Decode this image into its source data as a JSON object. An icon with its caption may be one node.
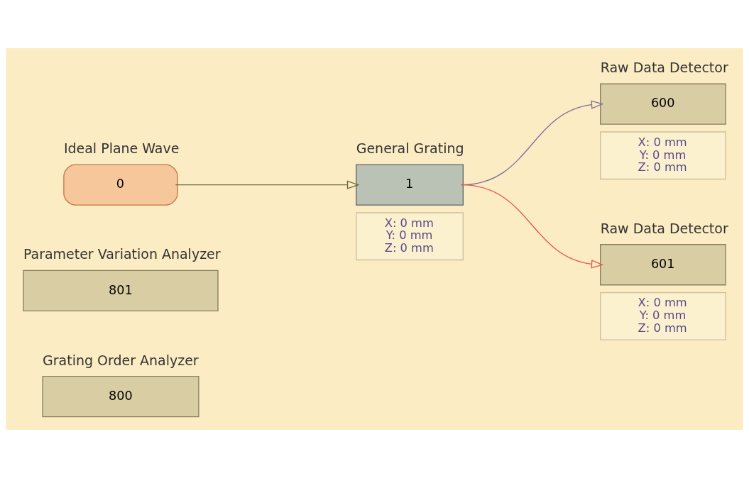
{
  "diagram": {
    "nodes": [
      {
        "text": [
          "Ideal Plane Wave",
          "0"
        ]
      },
      {
        "text": [
          "General Grating",
          "1",
          "X: 0 mm",
          "Y: 0 mm",
          "Z: 0 mm"
        ]
      },
      {
        "text": [
          "Raw Data Detector",
          "600",
          "X: 0 mm",
          "Y: 0 mm",
          "Z: 0 mm"
        ]
      },
      {
        "text": [
          "Parameter Variation Analyzer",
          "801"
        ]
      },
      {
        "text": [
          "Raw Data Detector",
          "601",
          "X: 0 mm",
          "Y: 0 mm",
          "Z: 0 mm"
        ]
      },
      {
        "text": [
          "Grating Order Analyzer",
          "800"
        ]
      }
    ],
    "edges": [
      {
        "from": 0,
        "to": 1,
        "arrow": "to",
        "color": "#6b6a3c"
      },
      {
        "from": 1,
        "to": 2,
        "arrow": "to",
        "color": "#7c6f9c"
      },
      {
        "from": 1,
        "to": 4,
        "arrow": "to",
        "color": "#e8564f"
      }
    ]
  }
}
